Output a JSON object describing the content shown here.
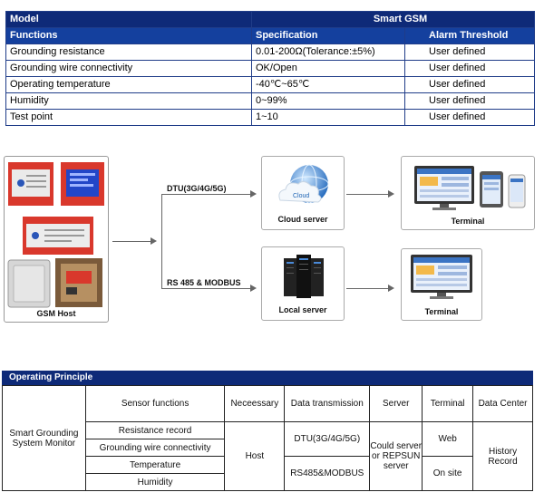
{
  "spec_table": {
    "model_label": "Model",
    "model_value": "Smart GSM",
    "columns": [
      "Functions",
      "Specification",
      "Alarm Threshold"
    ],
    "rows": [
      [
        "Grounding resistance",
        "0.01-200Ω(Tolerance:±5%)",
        "User defined"
      ],
      [
        "Grounding wire connectivity",
        "OK/Open",
        "User defined"
      ],
      [
        "Operating temperature",
        "-40℃~65℃",
        "User defined"
      ],
      [
        "Humidity",
        "0~99%",
        "User defined"
      ],
      [
        "Test point",
        "1~10",
        "User defined"
      ]
    ]
  },
  "diagram": {
    "host_label": "GSM Host",
    "dtu_label": "DTU(3G/4G/5G)",
    "rs485_label": "RS 485 & MODBUS",
    "cloud_server_label": "Cloud server",
    "cloud_text": "Cloud",
    "local_server_label": "Local server",
    "terminal_top_label": "Terminal",
    "terminal_bottom_label": "Terminal"
  },
  "op_table": {
    "title": "Operating Principle",
    "system": "Smart Grounding System Monitor",
    "sensor_header": "Sensor functions",
    "necessary_header": "Neceessary",
    "data_header": "Data transmission",
    "server_header": "Server",
    "terminal_header": "Terminal",
    "datacenter_header": "Data Center",
    "sensor_rows": [
      "Resistance record",
      "Grounding wire connectivity",
      "Temperature",
      "Humidity"
    ],
    "necessary_value": "Host",
    "data_values": [
      "DTU(3G/4G/5G)",
      "RS485&MODBUS"
    ],
    "server_value": "Could server or REPSUN server",
    "terminal_values": [
      "Web",
      "On site"
    ],
    "datacenter_value": "History Record"
  }
}
